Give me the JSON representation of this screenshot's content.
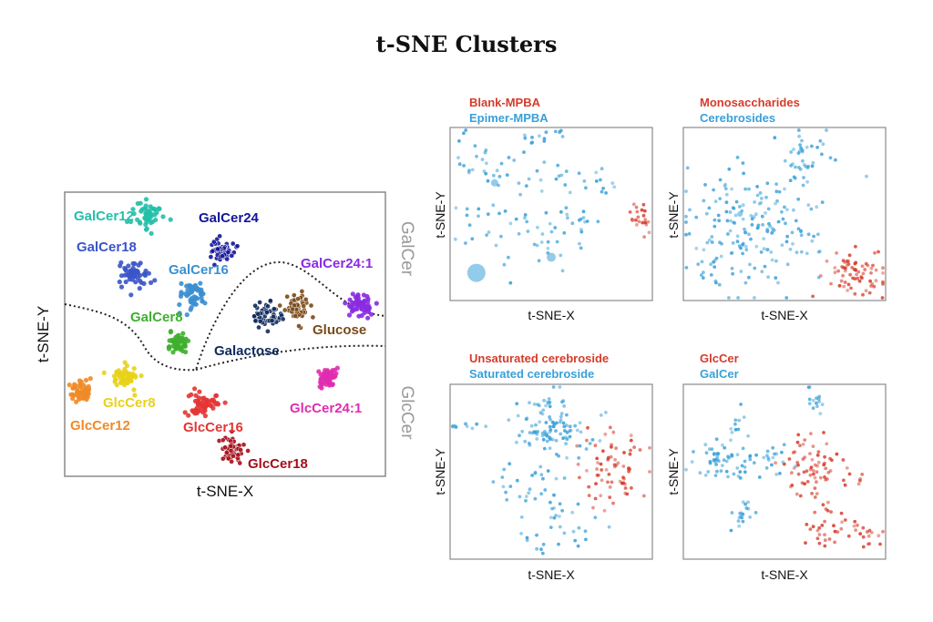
{
  "page": {
    "title": "t-SNE Clusters"
  },
  "colors": {
    "red": "#d63b2a",
    "blue": "#3aa0d8",
    "frame": "#8a8a8a",
    "region": "#9a9a9a"
  },
  "chart_data": [
    {
      "type": "scatter",
      "title": "",
      "xlabel": "t-SNE-X",
      "ylabel": "t-SNE-Y",
      "regions": [
        "GalCer",
        "GlcCer"
      ],
      "clusters": [
        {
          "name": "GalCer12",
          "color": "#23bfa8",
          "x": 0.26,
          "y": 0.92,
          "spread": 0.045
        },
        {
          "name": "GalCer24",
          "color": "#14159a",
          "x": 0.49,
          "y": 0.8,
          "spread": 0.035
        },
        {
          "name": "GalCer18",
          "color": "#3a55c8",
          "x": 0.22,
          "y": 0.71,
          "spread": 0.04
        },
        {
          "name": "GalCer16",
          "color": "#3b8fd0",
          "x": 0.4,
          "y": 0.64,
          "spread": 0.04
        },
        {
          "name": "GalCer24:1",
          "color": "#8a2be2",
          "x": 0.92,
          "y": 0.6,
          "spread": 0.035
        },
        {
          "name": "GalCer8",
          "color": "#3faf2f",
          "x": 0.35,
          "y": 0.47,
          "spread": 0.03
        },
        {
          "name": "Galactose",
          "color": "#0f2a5c",
          "x": 0.63,
          "y": 0.56,
          "spread": 0.04
        },
        {
          "name": "Glucose",
          "color": "#7a4a1a",
          "x": 0.72,
          "y": 0.6,
          "spread": 0.04
        },
        {
          "name": "GlcCer8",
          "color": "#e8d21a",
          "x": 0.19,
          "y": 0.35,
          "spread": 0.035
        },
        {
          "name": "GlcCer12",
          "color": "#f08a28",
          "x": 0.05,
          "y": 0.3,
          "spread": 0.03
        },
        {
          "name": "GlcCer16",
          "color": "#e43535",
          "x": 0.43,
          "y": 0.26,
          "spread": 0.04
        },
        {
          "name": "GlcCer24:1",
          "color": "#e02cb0",
          "x": 0.82,
          "y": 0.35,
          "spread": 0.03
        },
        {
          "name": "GlcCer18",
          "color": "#a50d1a",
          "x": 0.52,
          "y": 0.09,
          "spread": 0.04
        }
      ]
    },
    {
      "type": "scatter",
      "xlabel": "t-SNE-X",
      "ylabel": "t-SNE-Y",
      "series": [
        {
          "name": "Blank-MPBA",
          "color": "red"
        },
        {
          "name": "Epimer-MPBA",
          "color": "blue"
        }
      ]
    },
    {
      "type": "scatter",
      "xlabel": "t-SNE-X",
      "ylabel": "t-SNE-Y",
      "series": [
        {
          "name": "Monosaccharides",
          "color": "red"
        },
        {
          "name": "Cerebrosides",
          "color": "blue"
        }
      ]
    },
    {
      "type": "scatter",
      "xlabel": "t-SNE-X",
      "ylabel": "t-SNE-Y",
      "series": [
        {
          "name": "Unsaturated cerebroside",
          "color": "red"
        },
        {
          "name": "Saturated cerebroside",
          "color": "blue"
        }
      ]
    },
    {
      "type": "scatter",
      "xlabel": "t-SNE-X",
      "ylabel": "t-SNE-Y",
      "series": [
        {
          "name": "GlcCer",
          "color": "red"
        },
        {
          "name": "GalCer",
          "color": "blue"
        }
      ]
    }
  ]
}
